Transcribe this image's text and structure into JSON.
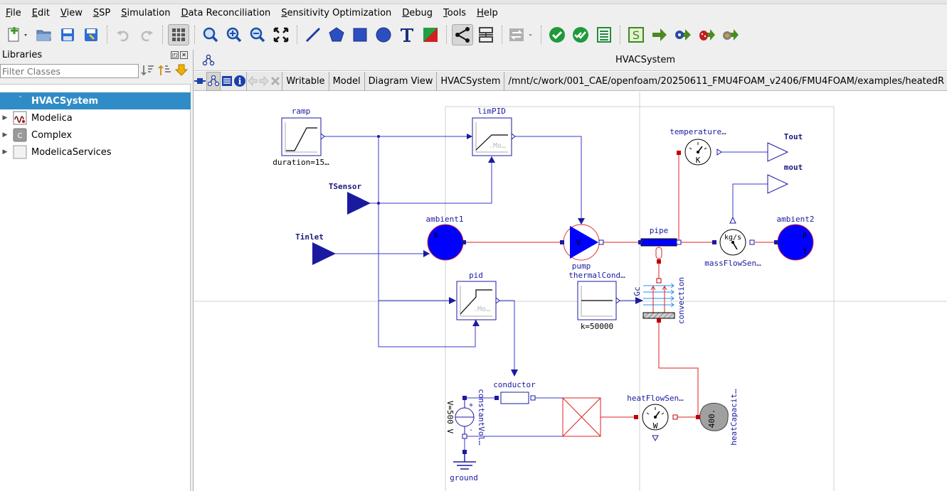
{
  "menu": [
    "File",
    "Edit",
    "View",
    "SSP",
    "Simulation",
    "Data Reconciliation",
    "Sensitivity Optimization",
    "Debug",
    "Tools",
    "Help"
  ],
  "menu_underline": [
    "F",
    "E",
    "V",
    "S",
    "S",
    "D",
    "S",
    "D",
    "T",
    "H"
  ],
  "libraries": {
    "title": "Libraries",
    "filter_placeholder": "Filter Classes",
    "items": [
      {
        "label": "HVACSystem",
        "selected": true
      },
      {
        "label": "Modelica"
      },
      {
        "label": "Complex",
        "icon_text": "C"
      },
      {
        "label": "ModelicaServices"
      }
    ]
  },
  "window": {
    "title": "HVACSystem",
    "segments": [
      "Writable",
      "Model",
      "Diagram View",
      "HVACSystem",
      "/mnt/c/work/001_CAE/openfoam/20250611_FMU4FOAM_v2406/FMU4FOAM/examples/heatedR"
    ]
  },
  "diagram": {
    "ramp": {
      "name": "ramp",
      "param": "duration=15…"
    },
    "limPID": {
      "name": "limPID",
      "inner": ".Mo…"
    },
    "pid": {
      "name": "pid",
      "inner": ".Mo…"
    },
    "tsensor": "TSensor",
    "tinlet": "Tinlet",
    "ambient1": {
      "name": "ambient1",
      "letter": "p"
    },
    "ambient2": {
      "name": "ambient2",
      "p": "p",
      "t": "T"
    },
    "pump": {
      "name": "pump",
      "letter": "V"
    },
    "pipe": "pipe",
    "temperature": {
      "name": "temperature…",
      "unit": "K"
    },
    "massflow": {
      "name": "massFlowSen…",
      "unit": "kg/s"
    },
    "tout": "Tout",
    "mout": "mout",
    "thermalcond": {
      "name": "thermalCond…",
      "param": "k=50000"
    },
    "gc": "Gc",
    "convection": "convection",
    "conductor": "conductor",
    "constantvol": {
      "name": "constantVol…",
      "param": "V=500 V",
      "plus": "+",
      "minus": "-"
    },
    "ground": "ground",
    "heatflow": {
      "name": "heatFlowSen…",
      "unit": "W"
    },
    "heatcap": {
      "name": "heatCapacit…",
      "value": "400."
    }
  },
  "colors": {
    "selection": "#308cc6",
    "diagram_blue": "#0000ff",
    "diagram_navy": "#1a1aa0",
    "fluid_red": "#e00000"
  }
}
